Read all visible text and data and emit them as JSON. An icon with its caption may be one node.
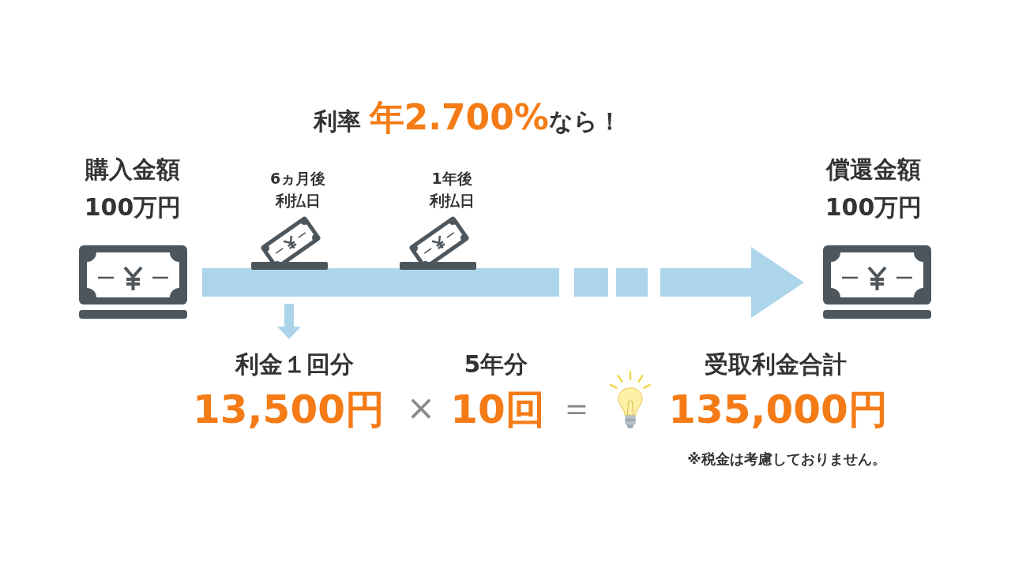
{
  "diagram": {
    "title": "利率 **年2.700%**なら！",
    "nodes": [
      {
        "text": [
          "購入金額",
          "100万円"
        ]
      },
      {
        "text": [
          "6ヵ月後",
          "利払日"
        ]
      },
      {
        "text": [
          "1年後",
          "利払日"
        ]
      },
      {
        "text": [
          "償還金額",
          "100万円"
        ]
      },
      {
        "text": [
          "利金１回分",
          "13,500円"
        ]
      }
    ],
    "edges": [
      {
        "from": 0,
        "to": 3,
        "arrow": "to",
        "style": "thick"
      },
      {
        "from": null,
        "to": 4,
        "arrow": "to"
      }
    ],
    "labels": [
      "5年分",
      "受取利金合計",
      "×",
      "10回",
      "＝",
      "135,000円",
      "※税金は考慮しておりません。"
    ]
  }
}
